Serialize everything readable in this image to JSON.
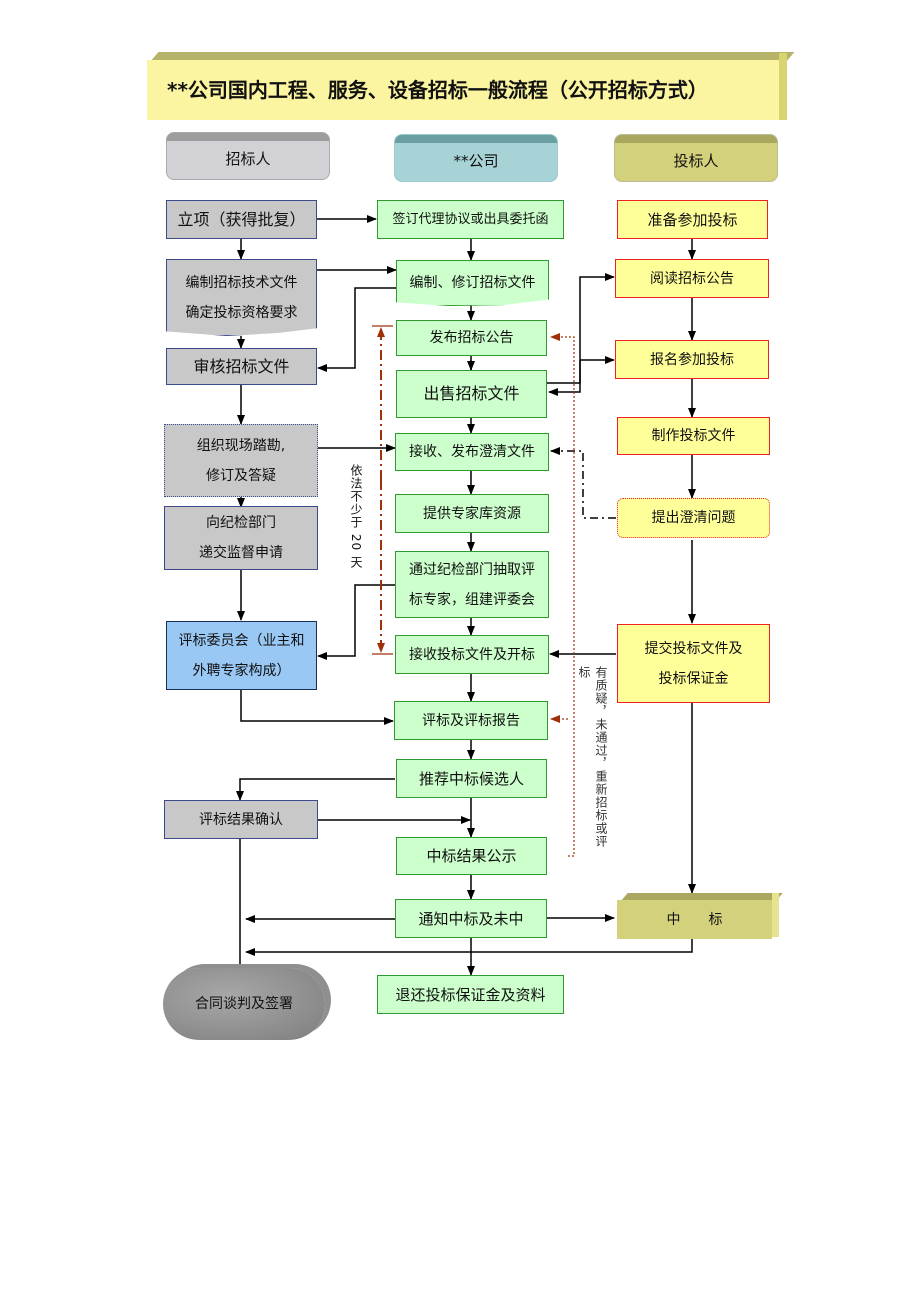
{
  "title": "**公司国内工程、服务、设备招标一般流程（公开招标方式）",
  "lanes": {
    "tenderer": "招标人",
    "company": "**公司",
    "bidder": "投标人"
  },
  "tenderer_nodes": {
    "approval": "立项（获得批复）",
    "prepare_docs_line1": "编制招标技术文件",
    "prepare_docs_line2": "确定投标资格要求",
    "review_docs": "审核招标文件",
    "site_visit_line1": "组织现场踏勘,",
    "site_visit_line2": "修订及答疑",
    "supervision_line1": "向纪检部门",
    "supervision_line2": "递交监督申请",
    "committee_line1": "评标委员会（业主和",
    "committee_line2": "外聘专家构成）",
    "confirm_result": "评标结果确认",
    "contract": "合同谈判及签署"
  },
  "company_nodes": {
    "agreement": "签订代理协议或出具委托函",
    "edit_docs": "编制、修订招标文件",
    "publish_notice": "发布招标公告",
    "sell_docs": "出售招标文件",
    "clarify_docs": "接收、发布澄清文件",
    "expert_pool": "提供专家库资源",
    "select_experts_line1": "通过纪检部门抽取评",
    "select_experts_line2": "标专家，组建评委会",
    "open_bids": "接收投标文件及开标",
    "evaluate": "评标及评标报告",
    "recommend": "推荐中标候选人",
    "publicize": "中标结果公示",
    "notify": "通知中标及未中",
    "refund": "退还投标保证金及资料"
  },
  "bidder_nodes": {
    "prepare": "准备参加投标",
    "read_notice": "阅读招标公告",
    "register": "报名参加投标",
    "make_docs": "制作投标文件",
    "raise_questions": "提出澄清问题",
    "submit_line1": "提交投标文件及",
    "submit_line2": "投标保证金",
    "win": "中　　标"
  },
  "annotations": {
    "min_days": "依法不少于 20 天",
    "objection": "有质疑，未通过，重新招标或评标"
  },
  "colors": {
    "tenderer_box": "#c8c8c8",
    "committee_box": "#99c8f5",
    "company_box": "#ccffcc",
    "bidder_box": "#ffff99",
    "title_bar": "#fbf4a0",
    "dashed_red": "#a0300a"
  }
}
